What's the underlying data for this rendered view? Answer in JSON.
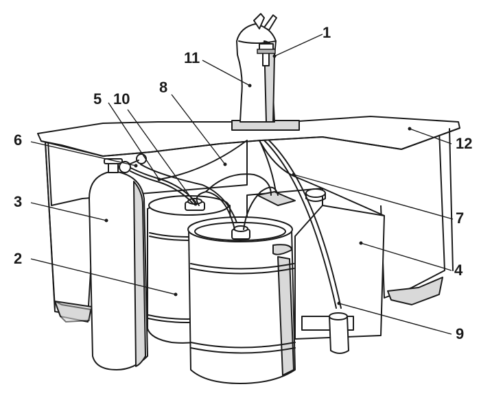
{
  "callouts": [
    {
      "id": "1",
      "text": "1"
    },
    {
      "id": "2",
      "text": "2"
    },
    {
      "id": "3",
      "text": "3"
    },
    {
      "id": "4",
      "text": "4"
    },
    {
      "id": "5",
      "text": "5"
    },
    {
      "id": "6",
      "text": "6"
    },
    {
      "id": "7",
      "text": "7"
    },
    {
      "id": "8",
      "text": "8"
    },
    {
      "id": "9",
      "text": "9"
    },
    {
      "id": "10",
      "text": "10"
    },
    {
      "id": "11",
      "text": "11"
    },
    {
      "id": "12",
      "text": "12"
    }
  ],
  "colors": {
    "line": "#1a1a1a",
    "shade": "#d9d9d9",
    "background": "#ffffff"
  }
}
